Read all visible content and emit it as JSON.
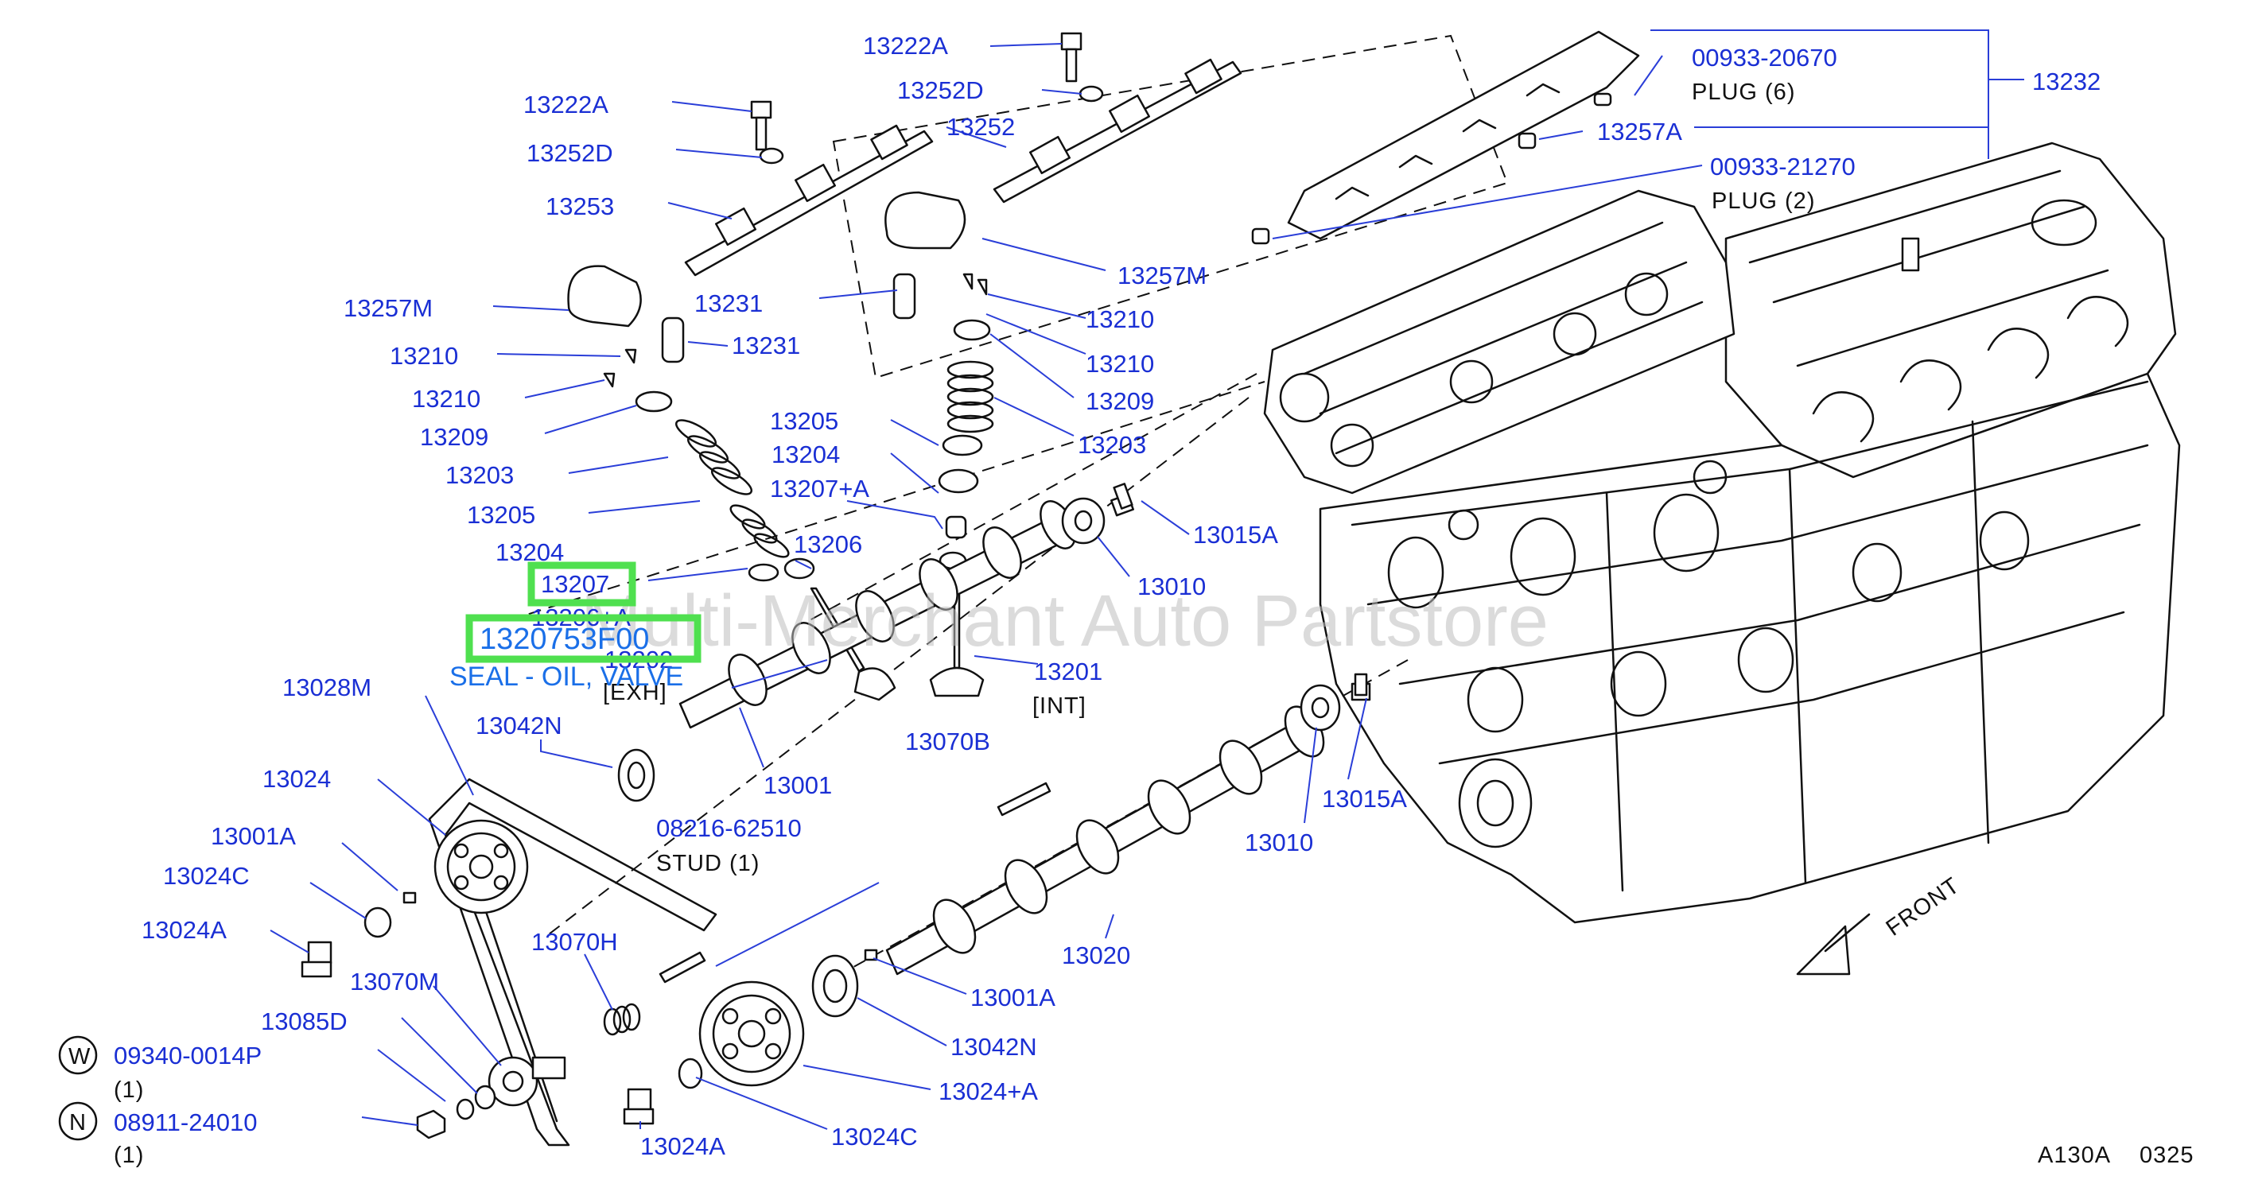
{
  "diagram": {
    "watermark": "Multi-Merchant Auto Partstore",
    "figure_code": "A130A",
    "figure_number": "0325",
    "direction_label": "FRONT",
    "highlight": {
      "ref": "13207",
      "part_number": "1320753F00",
      "description": "SEAL - OIL, VALVE"
    },
    "callouts": [
      "13222A",
      "13252D",
      "13252",
      "13222A",
      "13252D",
      "13253",
      "00933-20670",
      "13232",
      "13257A",
      "00933-21270",
      "13257M",
      "13231",
      "13231",
      "13257M",
      "13210",
      "13210",
      "13210",
      "13210",
      "13209",
      "13209",
      "13203",
      "13203",
      "13205",
      "13205",
      "13204",
      "13204",
      "13207+A",
      "13206",
      "13206+A",
      "13202",
      "13015A",
      "13010",
      "13201",
      "13028M",
      "13042N",
      "13001",
      "13070B",
      "13024",
      "08216-62510",
      "13001A",
      "13024C",
      "13024A",
      "13070H",
      "13015A",
      "13010",
      "13070M",
      "13085D",
      "13020",
      "13001A",
      "13042N",
      "13024+A",
      "13024C",
      "13024A"
    ],
    "notes": {
      "plug_6": "PLUG   (6)",
      "plug_2": "PLUG   (2)",
      "exh": "[EXH]",
      "int": "[INT]",
      "stud": "STUD   (1)",
      "w_qty": "(1)",
      "n_qty": "(1)"
    },
    "fasteners": [
      {
        "badge": "W",
        "part": "09340-0014P"
      },
      {
        "badge": "N",
        "part": "08911-24010"
      }
    ]
  }
}
